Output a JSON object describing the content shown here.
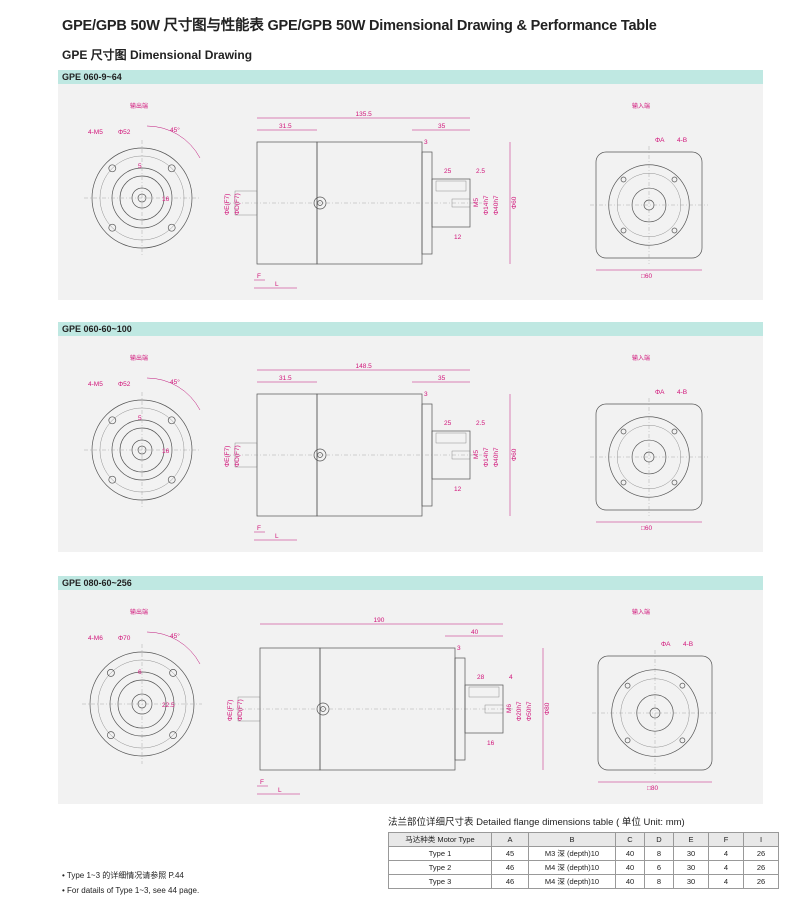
{
  "header": {
    "title": "GPE/GPB 50W 尺寸图与性能表 GPE/GPB 50W Dimensional Drawing & Performance Table",
    "subtitle": "GPE 尺寸图 Dimensional Drawing"
  },
  "sections": [
    {
      "model": "GPE 060-9~64",
      "output_label": "输出端",
      "input_label": "输入端",
      "labels": {
        "m5": "4-M5",
        "phi52": "Φ52",
        "angle": "45°",
        "phiA": "ΦA",
        "hole": "4-B",
        "sq": "□60",
        "len_total": "135.5",
        "len_body": "31.5",
        "len_in": "35",
        "d3": "3",
        "d25": "25",
        "d25b": "2.5",
        "d12": "12",
        "m5b": "M5",
        "phi14": "Φ14h7",
        "phi40": "Φ40h7",
        "phi60": "Φ60",
        "phiE": "ΦE(F7)",
        "phiD": "ΦD(F7)",
        "f": "F",
        "l": "L",
        "k5": "5",
        "k16": "16"
      }
    },
    {
      "model": "GPE 060-60~100",
      "output_label": "输出端",
      "input_label": "输入端",
      "labels": {
        "m5": "4-M5",
        "phi52": "Φ52",
        "angle": "45°",
        "phiA": "ΦA",
        "hole": "4-B",
        "sq": "□60",
        "len_total": "148.5",
        "len_body": "31.5",
        "len_in": "35",
        "d3": "3",
        "d25": "25",
        "d25b": "2.5",
        "d12": "12",
        "m5b": "M5",
        "phi14": "Φ14h7",
        "phi40": "Φ40h7",
        "phi60": "Φ60",
        "phiE": "ΦE(F7)",
        "phiD": "ΦD(F7)",
        "f": "F",
        "l": "L",
        "k5": "5",
        "k16": "16"
      }
    },
    {
      "model": "GPE 080-60~256",
      "output_label": "输出端",
      "input_label": "输入端",
      "labels": {
        "m5": "4-M6",
        "phi52": "Φ70",
        "angle": "45°",
        "phiA": "ΦA",
        "hole": "4-B",
        "sq": "□80",
        "len_total": "190",
        "len_body": "",
        "len_in": "40",
        "d3": "3",
        "d25": "28",
        "d25b": "4",
        "d12": "16",
        "m5b": "M6",
        "phi14": "Φ20h7",
        "phi40": "Φ50h7",
        "phi60": "Φ80",
        "phiE": "ΦE(F7)",
        "phiD": "ΦD(F7)",
        "f": "F",
        "l": "L",
        "k5": "6",
        "k16": "22.5"
      }
    }
  ],
  "table": {
    "caption": "法兰部位详细尺寸表 Detailed flange dimensions table ( 单位 Unit: mm)",
    "headers": [
      "马达种类 Motor Type",
      "A",
      "B",
      "C",
      "D",
      "E",
      "F",
      "I"
    ],
    "rows": [
      [
        "Type 1",
        "45",
        "M3 深 (depth)10",
        "40",
        "8",
        "30",
        "4",
        "26"
      ],
      [
        "Type 2",
        "46",
        "M4 深 (depth)10",
        "40",
        "6",
        "30",
        "4",
        "26"
      ],
      [
        "Type 3",
        "46",
        "M4 深 (depth)10",
        "40",
        "8",
        "30",
        "4",
        "26"
      ]
    ]
  },
  "notes": [
    "• Type 1~3 的详细情况请参照 P.44",
    "• For datails of Type 1~3, see 44 page."
  ]
}
